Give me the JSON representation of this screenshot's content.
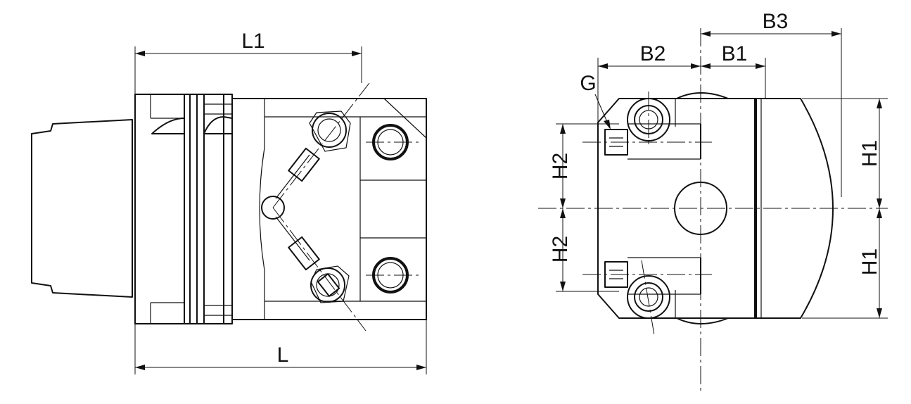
{
  "labels": {
    "l1": "L1",
    "l": "L",
    "b1": "B1",
    "b2": "B2",
    "b3": "B3",
    "g": "G",
    "h1_top": "H1",
    "h1_bottom": "H1",
    "h2_top": "H2",
    "h2_bottom": "H2"
  },
  "colors": {
    "line": "#111111",
    "background": "#ffffff"
  }
}
